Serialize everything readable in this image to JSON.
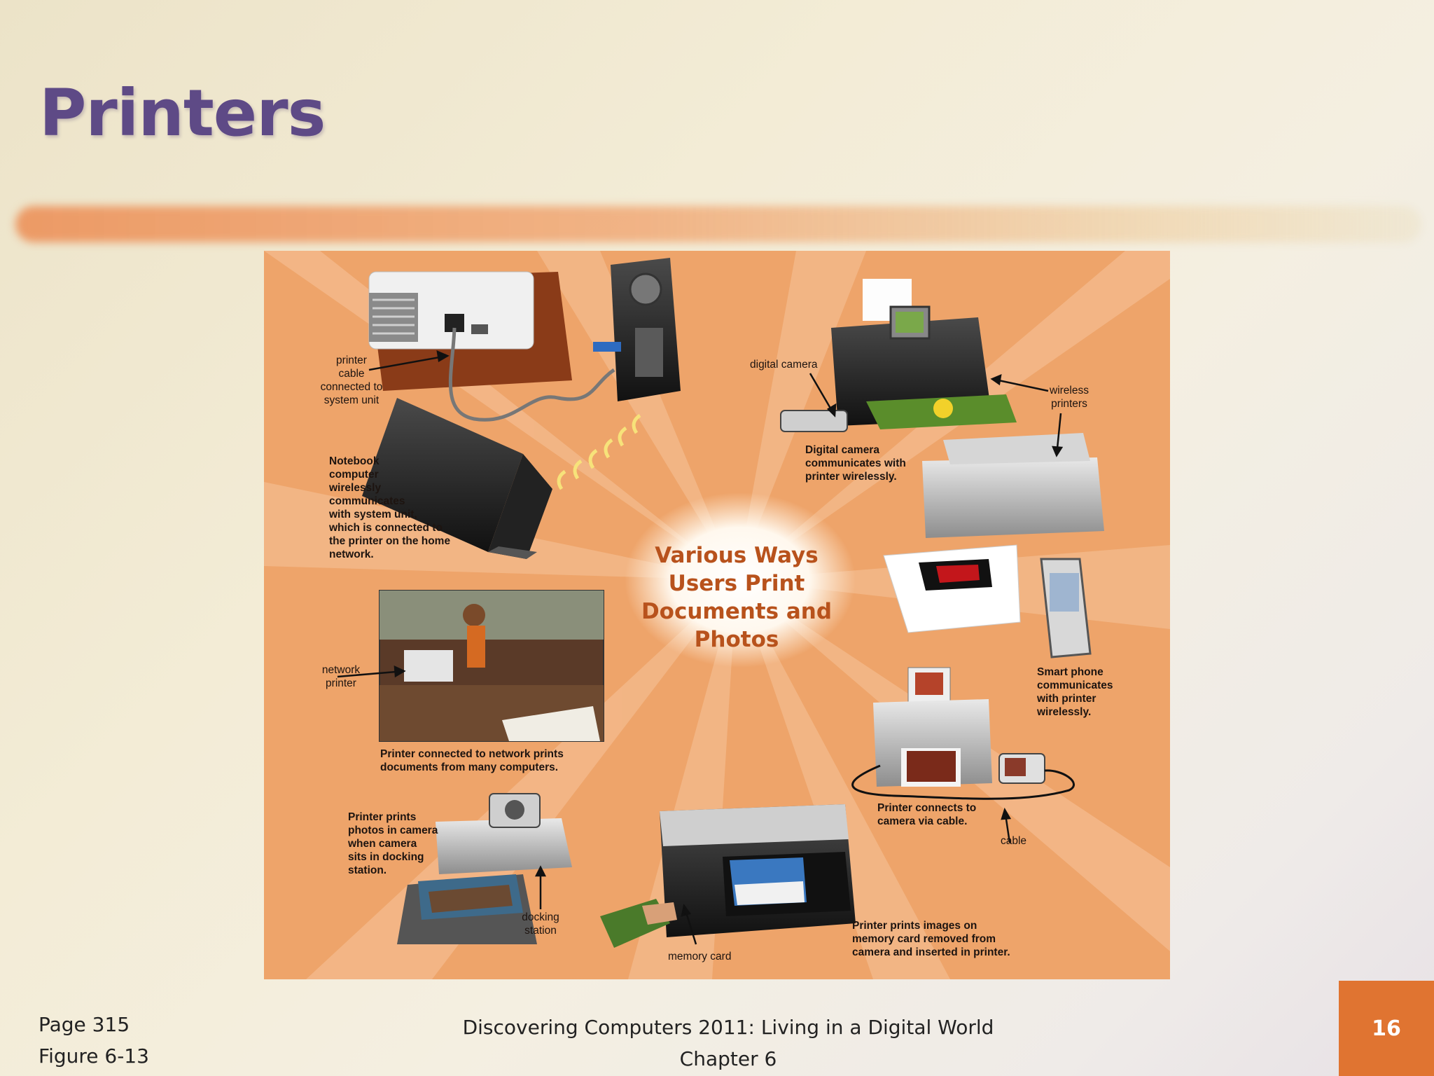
{
  "slide": {
    "title": "Printers",
    "page_number": "16"
  },
  "figure": {
    "center_title": [
      "Various Ways",
      "Users Print",
      "Documents and",
      "Photos"
    ],
    "labels": {
      "printer_cable": [
        "printer",
        "cable",
        "connected to",
        "system unit"
      ],
      "notebook": [
        "Notebook",
        "computer",
        "wirelessly",
        "communicates",
        "with system unit,",
        "which is connected to",
        "the printer on the home",
        "network."
      ],
      "digital_camera": [
        "digital camera"
      ],
      "wireless_printers": [
        "wireless",
        "printers"
      ],
      "digital_camera_caption": [
        "Digital camera",
        "communicates with",
        "printer wirelessly."
      ],
      "network_printer": [
        "network",
        "printer"
      ],
      "network_caption": [
        "Printer connected to network prints",
        "documents from many computers."
      ],
      "smart_phone": [
        "Smart phone",
        "communicates",
        "with printer",
        "wirelessly."
      ],
      "cable_caption": [
        "Printer connects to",
        "camera via cable."
      ],
      "cable": [
        "cable"
      ],
      "docking_caption": [
        "Printer prints",
        "photos in camera",
        "when camera",
        "sits in docking",
        "station."
      ],
      "docking_station": [
        "docking",
        "station"
      ],
      "memory_card": [
        "memory card"
      ],
      "memory_caption": [
        "Printer prints images on",
        "memory card removed from",
        "camera and inserted in printer."
      ]
    }
  },
  "footer": {
    "page": "Page 315",
    "figure": "Figure 6-13",
    "book": "Discovering Computers 2011: Living in a Digital World",
    "chapter": "Chapter 6"
  }
}
